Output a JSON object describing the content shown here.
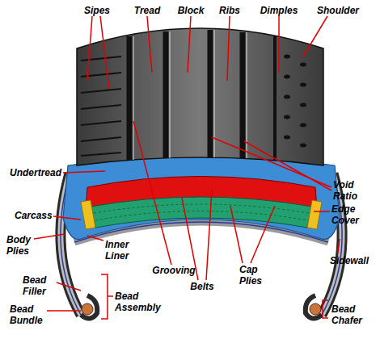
{
  "diagram": {
    "labels": [
      "Sipes",
      "Tread",
      "Block",
      "Ribs",
      "Dimples",
      "Shoulder",
      "Undertread",
      "Void Ratio",
      "Edge Cover",
      "Carcass",
      "Sidewall",
      "Body Plies",
      "Inner Liner",
      "Grooving",
      "Cap Plies",
      "Belts",
      "Bead Filler",
      "Bead Assembly",
      "Bead Bundle",
      "Bead Chafer"
    ]
  }
}
